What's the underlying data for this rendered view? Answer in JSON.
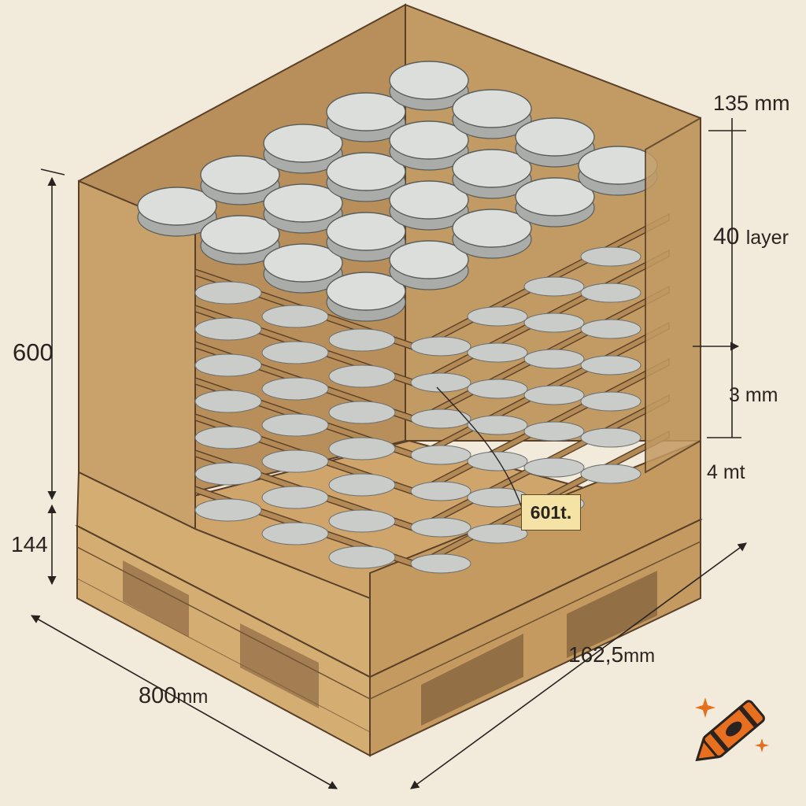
{
  "dimensions": {
    "height_total": "600",
    "pallet_height": "144",
    "top_gap": "135 mm",
    "layers_value": "40",
    "layers_unit": "layer",
    "sheet_thickness": "3 mm",
    "bottom_value": "4 mt",
    "width_value": "800",
    "width_unit": "mm",
    "depth_value": "162,5",
    "depth_unit": "mm"
  },
  "callout": {
    "label": "601t."
  },
  "colors": {
    "background": "#f2ebdc",
    "cardboard": "#c9a26b",
    "cardboard_dark": "#b28c59",
    "wood": "#d4ad73",
    "can": "#c9ccc8",
    "can_top": "#dcdedb",
    "ink": "#2a2420",
    "accent": "#e86f1d"
  },
  "icons": {
    "watermark": "crayon-icon"
  }
}
